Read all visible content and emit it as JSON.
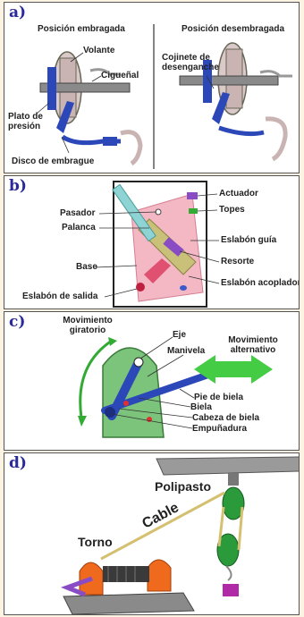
{
  "panels": {
    "a": {
      "letter": "a)",
      "title_left": "Posición embragada",
      "title_right": "Posición desembragada",
      "labels": {
        "volante": "Volante",
        "cigueñal": "Cigueñal",
        "plato": "Plato de presión",
        "disco": "Disco de embrague",
        "cojinete": "Cojinete de desenganche"
      }
    },
    "b": {
      "letter": "b)",
      "labels": {
        "actuador": "Actuador",
        "topes": "Topes",
        "pasador": "Pasador",
        "palanca": "Palanca",
        "eslabon_guia": "Eslabón guía",
        "base": "Base",
        "resorte": "Resorte",
        "eslabon_acoplador": "Eslabón acoplador",
        "eslabon_salida": "Eslabón de salida"
      }
    },
    "c": {
      "letter": "c)",
      "labels": {
        "mov_giratorio": "Movimiento giratorio",
        "eje": "Eje",
        "manivela": "Manivela",
        "mov_alternativo": "Movimiento alternativo",
        "pie_biela": "Pie de biela",
        "biela": "Biela",
        "cabeza_biela": "Cabeza de biela",
        "empunadura": "Empuñadura"
      }
    },
    "d": {
      "letter": "d)",
      "labels": {
        "polipasto": "Polipasto",
        "cable": "Cable",
        "torno": "Torno"
      }
    }
  },
  "colors": {
    "background": "#fdf3e3",
    "panel_letter": "#2a2a9a",
    "blue_part": "#2c47b8",
    "pink_base": "#f4b8c4",
    "green_frame": "#7cc47c",
    "orange_torno": "#f06a1e"
  }
}
